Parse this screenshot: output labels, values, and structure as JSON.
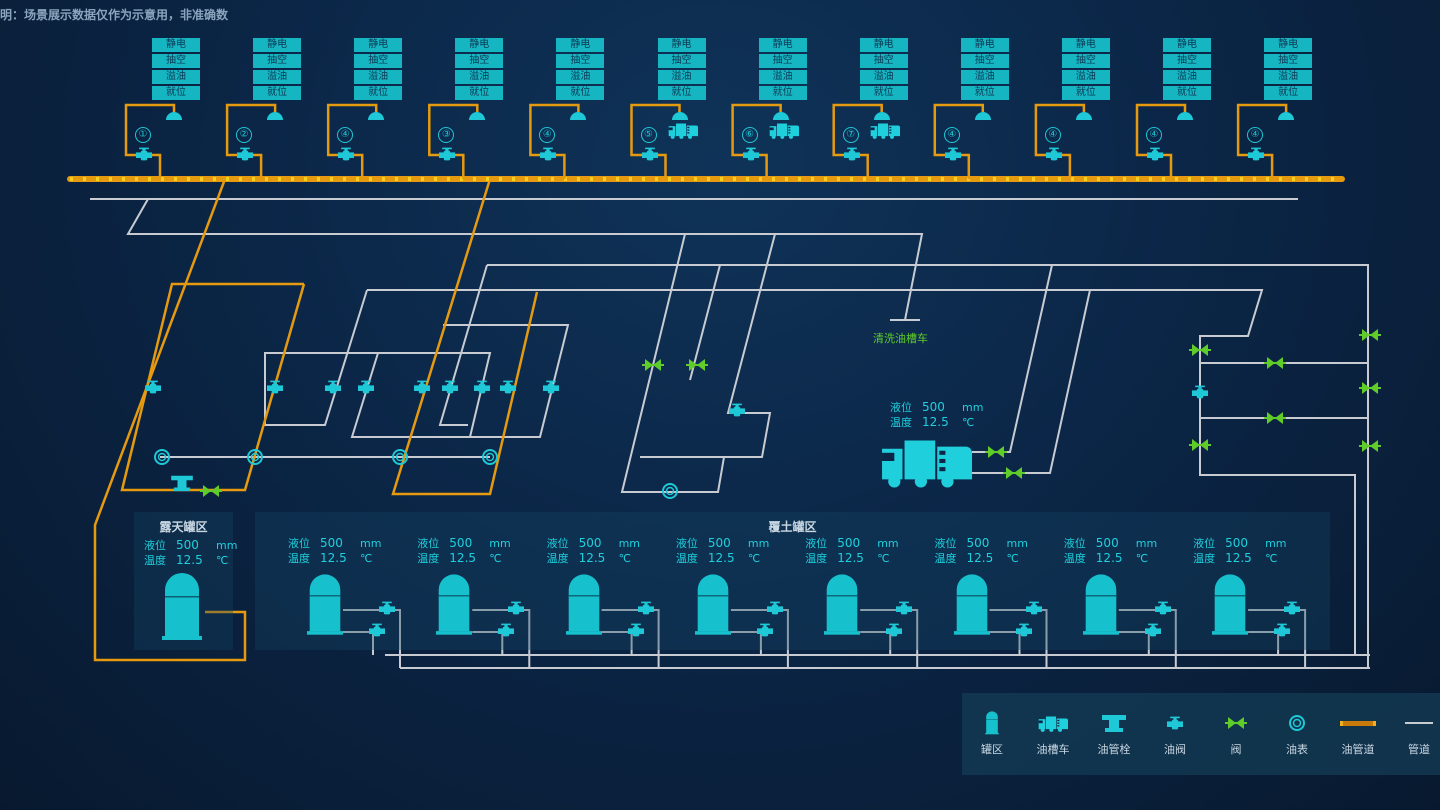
{
  "note": "明：场景展示数据仅作为示意用，非准确数",
  "stations": [
    {
      "number": "①",
      "truck": false
    },
    {
      "number": "②",
      "truck": false
    },
    {
      "number": "④",
      "truck": false
    },
    {
      "number": "③",
      "truck": false
    },
    {
      "number": "④",
      "truck": false
    },
    {
      "number": "⑤",
      "truck": true
    },
    {
      "number": "⑥",
      "truck": true
    },
    {
      "number": "⑦",
      "truck": true
    },
    {
      "number": "④",
      "truck": false
    },
    {
      "number": "④",
      "truck": false
    },
    {
      "number": "④",
      "truck": false
    },
    {
      "number": "④",
      "truck": false
    }
  ],
  "station_rows": [
    "静电",
    "抽空",
    "溢油",
    "就位"
  ],
  "clean_truck_label": "清洗油槽车",
  "truck_reading": {
    "level_label": "液位",
    "level_value": "500",
    "level_unit": "mm",
    "temp_label": "温度",
    "temp_value": "12.5",
    "temp_unit": "℃"
  },
  "open_zone": {
    "title": "露天罐区",
    "level_label": "液位",
    "level_value": "500",
    "level_unit": "mm",
    "temp_label": "温度",
    "temp_value": "12.5",
    "temp_unit": "℃"
  },
  "buried_zone": {
    "title": "覆土罐区",
    "tanks": [
      {
        "level_value": "500",
        "temp_value": "12.5"
      },
      {
        "level_value": "500",
        "temp_value": "12.5"
      },
      {
        "level_value": "500",
        "temp_value": "12.5"
      },
      {
        "level_value": "500",
        "temp_value": "12.5"
      },
      {
        "level_value": "500",
        "temp_value": "12.5"
      },
      {
        "level_value": "500",
        "temp_value": "12.5"
      },
      {
        "level_value": "500",
        "temp_value": "12.5"
      },
      {
        "level_value": "500",
        "temp_value": "12.5"
      }
    ],
    "level_label": "液位",
    "level_unit": "mm",
    "temp_label": "温度",
    "temp_unit": "℃"
  },
  "legend": [
    {
      "icon": "tank-icon",
      "label": "罐区"
    },
    {
      "icon": "oil-truck-icon",
      "label": "油槽车"
    },
    {
      "icon": "hydrant-icon",
      "label": "油管栓"
    },
    {
      "icon": "oil-valve-icon",
      "label": "油阀"
    },
    {
      "icon": "valve-icon",
      "label": "阀"
    },
    {
      "icon": "meter-icon",
      "label": "油表"
    },
    {
      "icon": "oil-pipe-icon",
      "label": "油管道"
    },
    {
      "icon": "pipe-icon",
      "label": "管道"
    }
  ],
  "colors": {
    "accent": "#1fd0dc",
    "oil_pipe": "#e59a10",
    "pipe": "#c8ccd2",
    "valve": "#5fcc2a",
    "bg": "#0b2647"
  }
}
